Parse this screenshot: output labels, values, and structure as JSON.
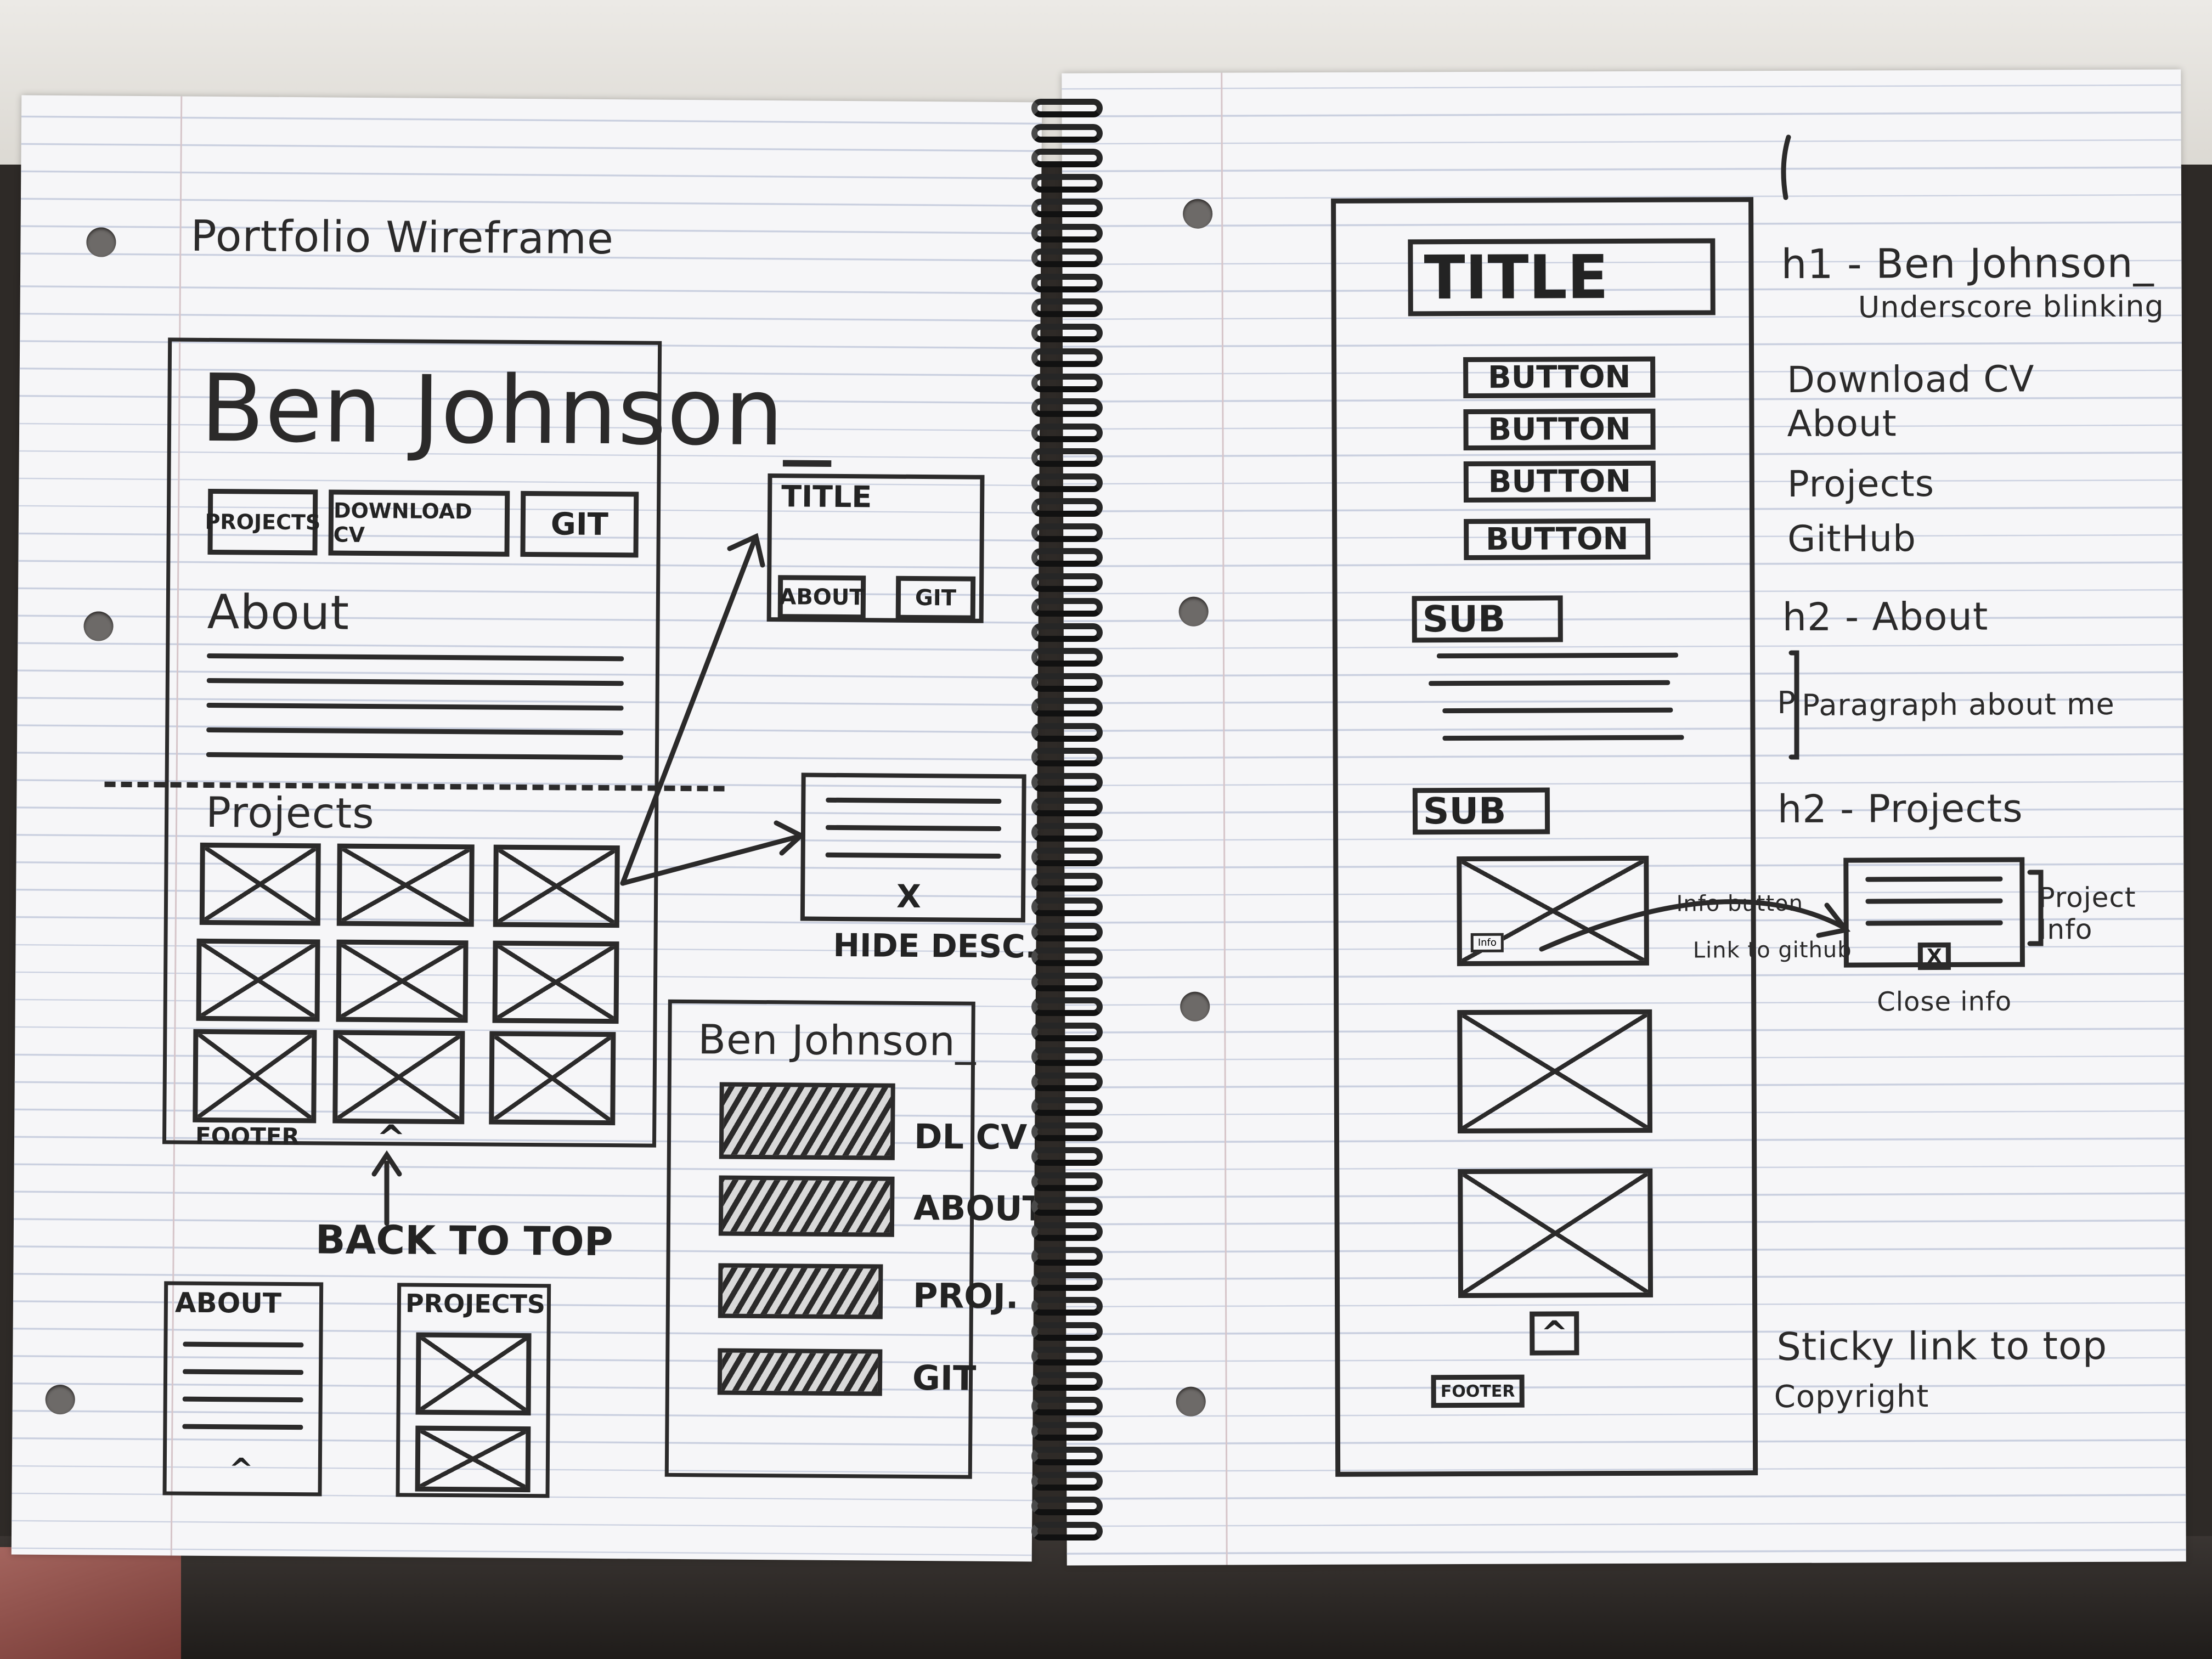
{
  "left_page": {
    "heading": "Portfolio Wireframe",
    "site_title": "Ben Johnson_",
    "nav_buttons": [
      "PROJECTS",
      "DOWNLOAD CV",
      "GIT"
    ],
    "about_label": "About",
    "projects_label": "Projects",
    "footer_label": "FOOTER",
    "back_to_top_label": "BACK TO TOP",
    "project_card": {
      "title": "TITLE",
      "about": "ABOUT",
      "git": "GIT"
    },
    "desc_panel": {
      "close_mark": "X",
      "caption": "HIDE DESC."
    },
    "mobile": {
      "title": "Ben Johnson_",
      "annotations": [
        "DL CV",
        "ABOUT",
        "PROJ.",
        "GIT"
      ]
    },
    "mobile_pages": {
      "about": "ABOUT",
      "projects": "PROJECTS"
    }
  },
  "right_page": {
    "title_box": "TITLE",
    "buttons": [
      "BUTTON",
      "BUTTON",
      "BUTTON",
      "BUTTON"
    ],
    "sub_boxes": [
      "SUB",
      "SUB"
    ],
    "footer_box": "FOOTER",
    "notes": {
      "h1": "h1 - Ben Johnson_",
      "h1_sub": "Underscore blinking",
      "btn1": "Download CV",
      "btn2": "About",
      "btn3": "Projects",
      "btn4": "GitHub",
      "h2_about": "h2 - About",
      "p_marker": "P",
      "p_note": "Paragraph about me",
      "h2_projects": "h2 - Projects",
      "info_button": "Info button",
      "link_github": "Link to github",
      "project_info": "Project Info",
      "close_info": "Close info",
      "sticky": "Sticky link to top",
      "copyright": "Copyright",
      "info_small": "Info"
    }
  }
}
